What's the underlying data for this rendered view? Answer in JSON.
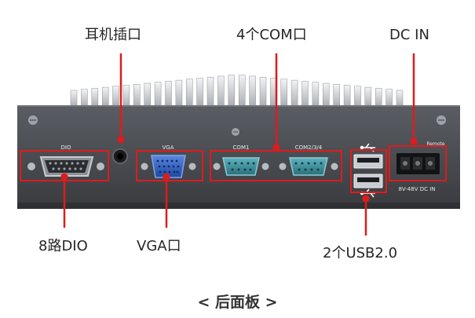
{
  "callouts": {
    "earphone": "耳机插口",
    "com_ports": "4个COM口",
    "dc_in": "DC IN",
    "dio": "8路DIO",
    "vga": "VGA口",
    "usb": "2个USB2.0"
  },
  "panel_labels": {
    "dio": "DIO",
    "vga": "VGA",
    "com1": "COM1",
    "com234": "COM2/3/4",
    "remote": "Remote",
    "dc_rating": "8V-48V DC IN"
  },
  "caption": "< 后面板 >",
  "colors": {
    "highlight": "#e01b1b",
    "chassis": "#4a4d52",
    "heatsink": "#d8dadd",
    "vga_port": "#2f5fc4",
    "com_port": "#3a8a9a"
  }
}
